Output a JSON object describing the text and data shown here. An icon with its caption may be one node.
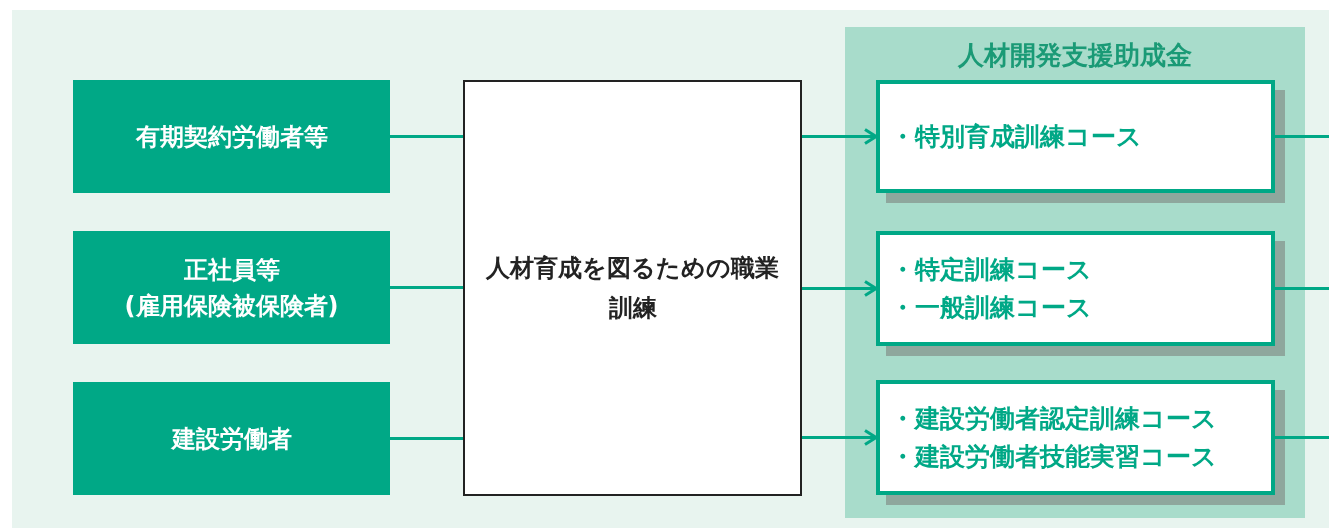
{
  "diagram": {
    "nodes": [
      {
        "text": [
          "有期契約労働者等"
        ]
      },
      {
        "text": [
          "正社員等",
          "(雇用保険被保険者)"
        ]
      },
      {
        "text": [
          "建設労働者"
        ]
      },
      {
        "text": [
          "人材育成を図るための職業訓練"
        ]
      },
      {
        "text": [
          "人材開発支援助成金"
        ]
      },
      {
        "text": [
          "・特別育成訓練コース"
        ],
        "in": 4
      },
      {
        "text": [
          "・特定訓練コース",
          "・一般訓練コース"
        ],
        "in": 4
      },
      {
        "text": [
          "・建設労働者認定訓練コース",
          "・建設労働者技能実習コース"
        ],
        "in": 4
      }
    ],
    "edges": [
      {
        "from": 0,
        "to": 3,
        "arrow": "none"
      },
      {
        "from": 1,
        "to": 3,
        "arrow": "none"
      },
      {
        "from": 2,
        "to": 3,
        "arrow": "none"
      },
      {
        "from": 3,
        "to": 5,
        "arrow": "to"
      },
      {
        "from": 3,
        "to": 6,
        "arrow": "to"
      },
      {
        "from": 3,
        "to": 7,
        "arrow": "to"
      },
      {
        "from": 5,
        "to": null,
        "arrow": "none"
      },
      {
        "from": 6,
        "to": null,
        "arrow": "none"
      },
      {
        "from": 7,
        "to": null,
        "arrow": "none"
      }
    ]
  }
}
